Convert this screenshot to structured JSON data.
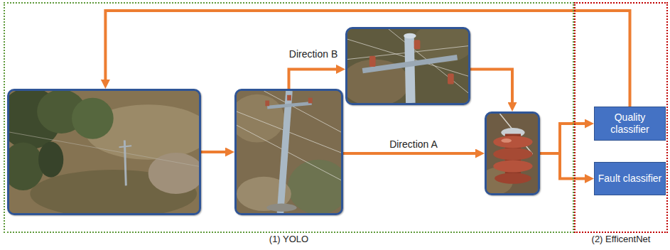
{
  "diagram": {
    "nodes": [
      {
        "text": [
          "(1) YOLO"
        ]
      },
      {
        "text": [],
        "in": 0
      },
      {
        "text": [],
        "in": 0
      },
      {
        "text": [],
        "in": 0
      },
      {
        "text": [],
        "in": 0
      },
      {
        "text": [
          "(2) EfficentNet"
        ]
      },
      {
        "text": [
          "Quality classifier"
        ],
        "in": 5
      },
      {
        "text": [
          "Fault classifier"
        ],
        "in": 5
      }
    ],
    "edges": [
      {
        "from": 1,
        "to": 2,
        "arrow": "to"
      },
      {
        "from": 2,
        "to": 3,
        "label": "Direction B",
        "arrow": "to"
      },
      {
        "from": 2,
        "to": 4,
        "label": "Direction A",
        "arrow": "to"
      },
      {
        "from": 3,
        "to": 4,
        "arrow": "to"
      },
      {
        "from": 4,
        "to": 6,
        "arrow": "to"
      },
      {
        "from": 4,
        "to": 7,
        "arrow": "to"
      },
      {
        "from": 6,
        "to": 1,
        "arrow": "to"
      }
    ]
  }
}
